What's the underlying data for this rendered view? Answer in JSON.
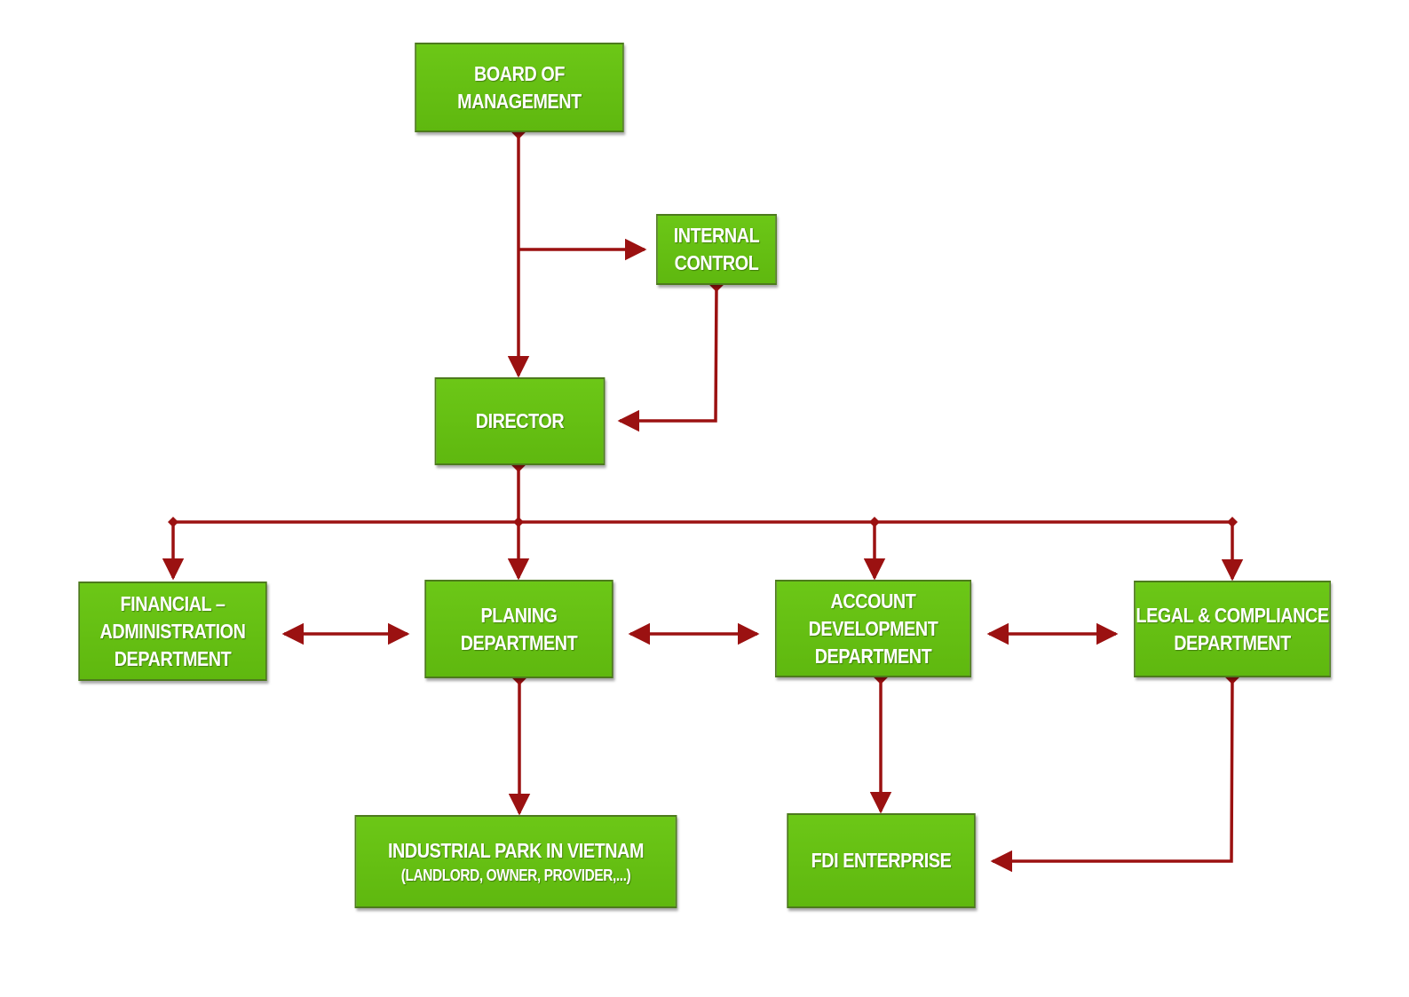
{
  "nodes": {
    "board": {
      "label": "BOARD OF MANAGEMENT"
    },
    "internal": {
      "label": "INTERNAL\nCONTROL"
    },
    "director": {
      "label": "DIRECTOR"
    },
    "finance": {
      "label": "FINANCIAL –\nADMINISTRATION\nDEPARTMENT"
    },
    "planning": {
      "label": "PLANING DEPARTMENT"
    },
    "account": {
      "label": "ACCOUNT DEVELOPMENT\nDEPARTMENT"
    },
    "legal": {
      "label": "LEGAL & COMPLIANCE\nDEPARTMENT"
    },
    "park": {
      "label": "INDUSTRIAL PARK IN VIETNAM",
      "sublabel": "(LANDLORD, OWNER, PROVIDER,...)"
    },
    "fdi": {
      "label": "FDI ENTERPRISE"
    }
  },
  "connectors": {
    "color": "#9b1111",
    "links": [
      {
        "from": "board",
        "to": "director",
        "direction": "forward"
      },
      {
        "from": "board",
        "to": "internal",
        "direction": "forward"
      },
      {
        "from": "internal",
        "to": "director",
        "direction": "forward"
      },
      {
        "from": "director",
        "to": "finance",
        "direction": "forward"
      },
      {
        "from": "director",
        "to": "planning",
        "direction": "forward"
      },
      {
        "from": "director",
        "to": "account",
        "direction": "forward"
      },
      {
        "from": "director",
        "to": "legal",
        "direction": "forward"
      },
      {
        "from": "finance",
        "to": "planning",
        "direction": "both"
      },
      {
        "from": "planning",
        "to": "account",
        "direction": "both"
      },
      {
        "from": "account",
        "to": "legal",
        "direction": "both"
      },
      {
        "from": "planning",
        "to": "park",
        "direction": "forward"
      },
      {
        "from": "account",
        "to": "fdi",
        "direction": "forward"
      },
      {
        "from": "legal",
        "to": "fdi",
        "direction": "forward"
      }
    ]
  }
}
